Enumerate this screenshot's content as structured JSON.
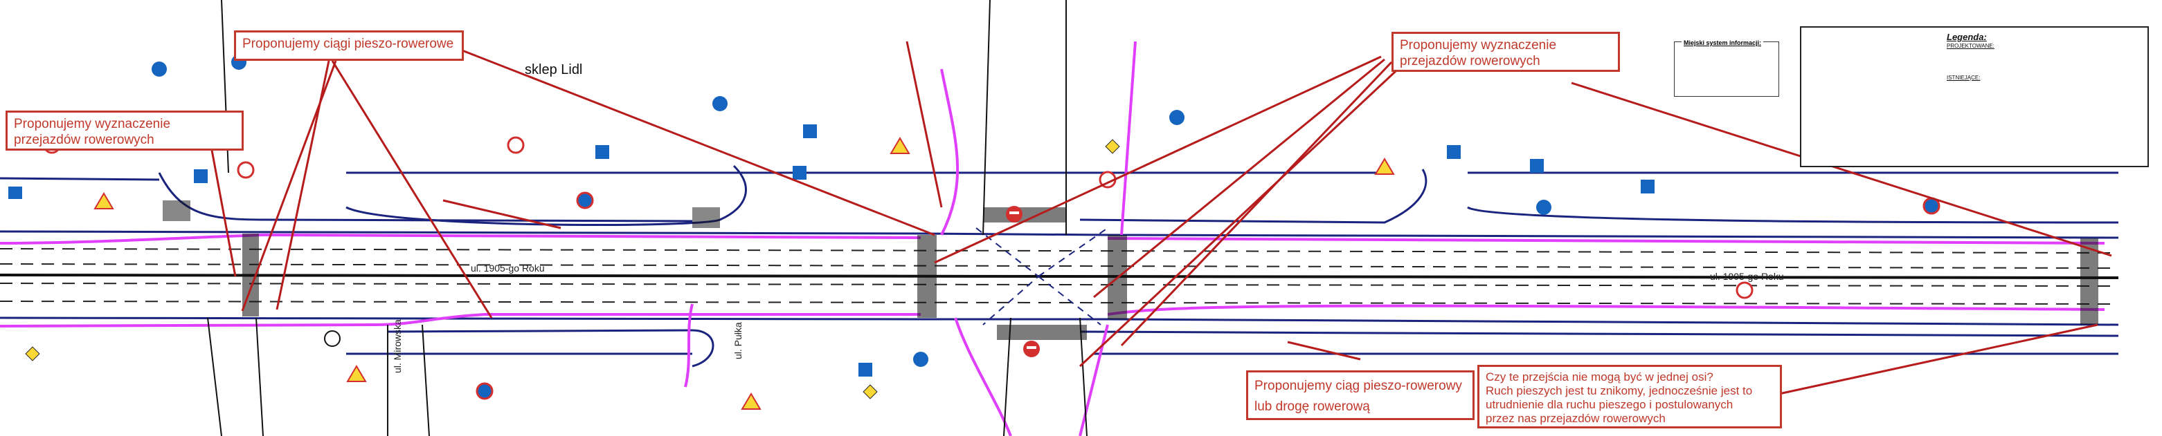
{
  "callouts": {
    "ciagi": "Proponujemy ciągi pieszo-rowerowe",
    "przejazdy_left": "Proponujemy wyznaczenie przejazdów rowerowych",
    "przejazdy_center": "Proponujemy wyznaczenie przejazdów rowerowych",
    "ciag_lub_droga": "Proponujemy ciąg  pieszo-rowerowy\nlub drogę rowerową",
    "pytanie": "Czy te przejścia nie mogą być w jednej osi?\nRuch pieszych jest tu znikomy, jednocześnie jest to\nutrudnienie dla ruchu pieszego i postulowanych\nprzez nas przejazdów rowerowych"
  },
  "labels": {
    "sklep": "sklep Lidl",
    "ulica_left": "ul. 1905-go Roku",
    "ulica_right": "ul. 1905-go Roku",
    "ul_mirowska": "ul. Mirowska",
    "ul_pulka": "ul. Pułka"
  },
  "legend": {
    "title": "Legenda:",
    "projektowane": "PROJEKTOWANE:",
    "istniejace": "ISTNIEJĄCE:"
  },
  "info_system": {
    "title": "Miejski system informacji:"
  },
  "colors": {
    "callout_red": "#c0392b",
    "road_blue": "#1a237e",
    "magenta": "#e040fb",
    "sign_blue": "#1565c0",
    "sign_red": "#d32f2f"
  }
}
